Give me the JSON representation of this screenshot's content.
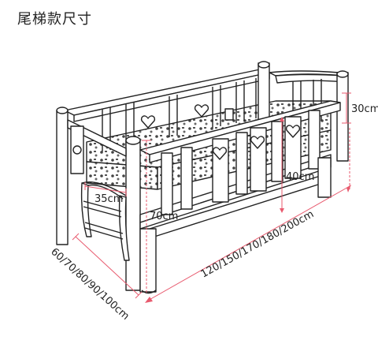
{
  "title": "尾梯款尺寸",
  "dimensions": {
    "height_rail": "30cm",
    "rail_height": "40cm",
    "bed_height": "70cm",
    "ladder_width": "35cm",
    "lengths": "120/150/170/180/200cm",
    "widths": "60/70/80/90/100cm"
  },
  "colors": {
    "dimension_line": "#e85a6e",
    "line_art": "#222222"
  }
}
